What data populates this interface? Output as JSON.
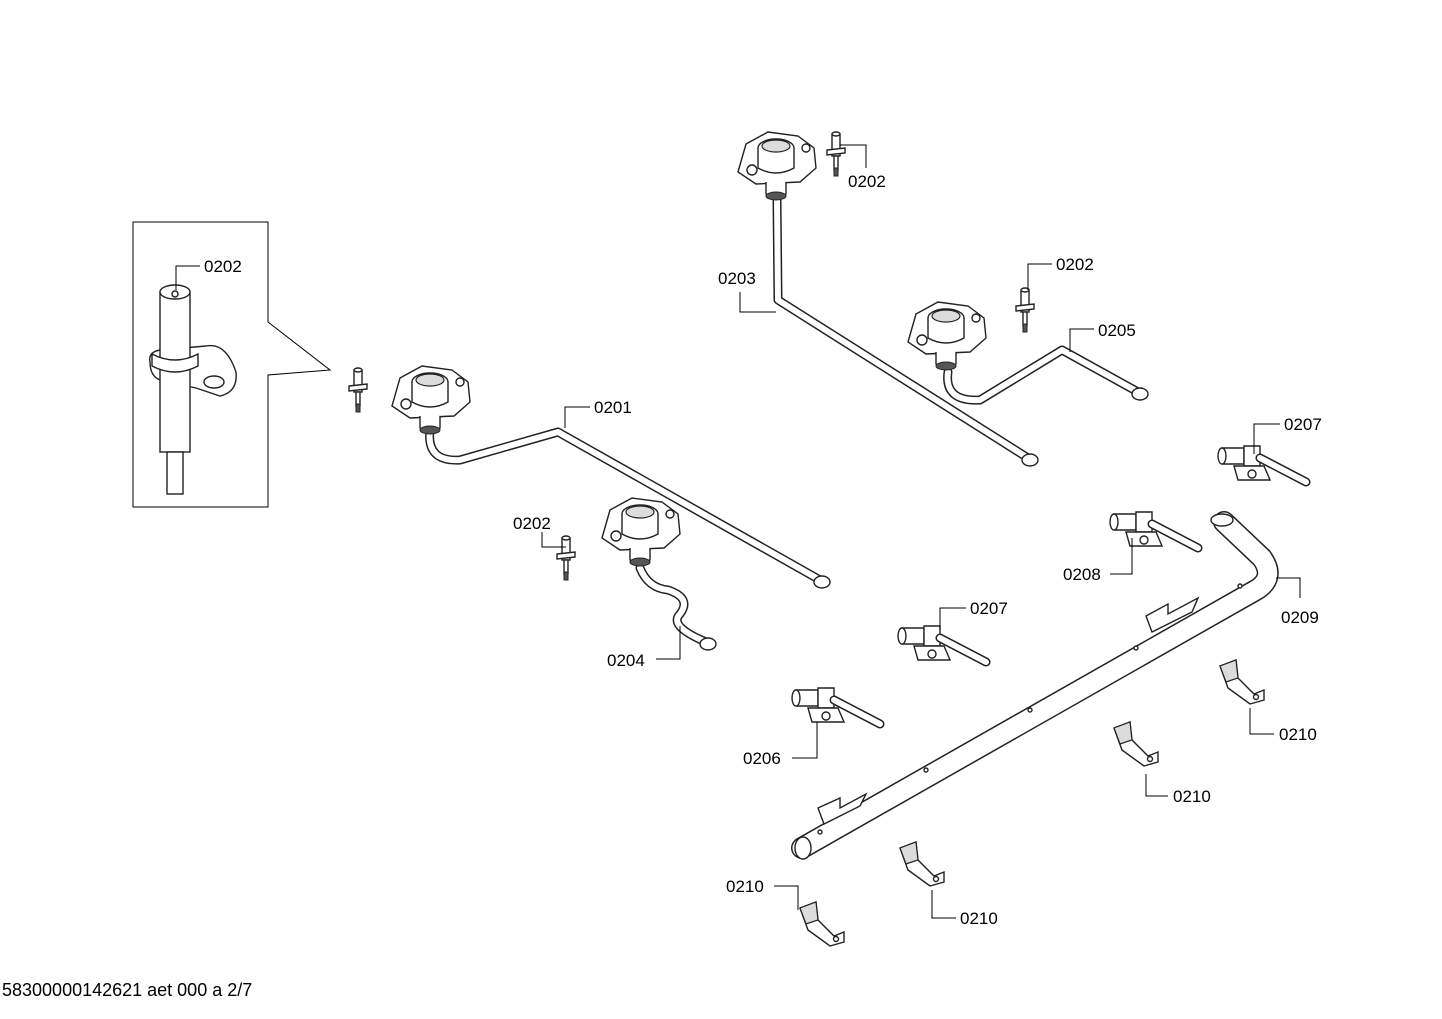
{
  "labels": {
    "l0201": "0201",
    "l0202_detail": "0202",
    "l0202_top": "0202",
    "l0202_mid": "0202",
    "l0202_left": "0202",
    "l0203": "0203",
    "l0204": "0204",
    "l0205": "0205",
    "l0206": "0206",
    "l0207_right": "0207",
    "l0207_mid": "0207",
    "l0208": "0208",
    "l0209": "0209",
    "l0210_a": "0210",
    "l0210_b": "0210",
    "l0210_c": "0210",
    "l0210_d": "0210"
  },
  "footer": "58300000142621 aet 000 a 2/7"
}
